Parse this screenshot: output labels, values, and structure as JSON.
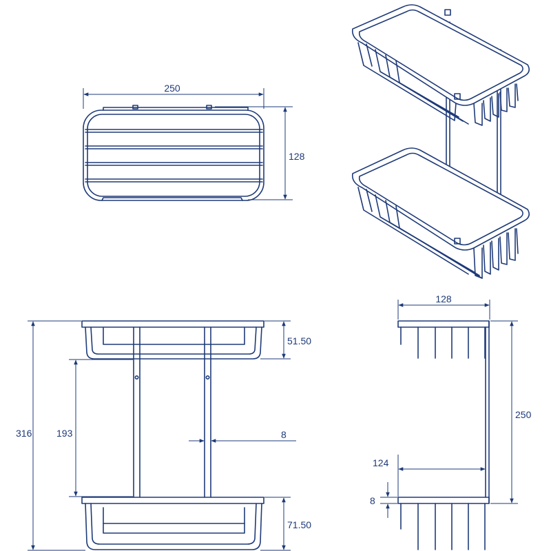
{
  "colors": {
    "line": "#1e3a78",
    "background": "#ffffff"
  },
  "top_view": {
    "width_label": "250",
    "height_label": "128"
  },
  "front_view": {
    "total_height_label": "316",
    "inner_gap_label": "193",
    "top_basket_height_label": "51.50",
    "bottom_basket_height_label": "71.50",
    "rod_width_label": "8"
  },
  "side_view": {
    "depth_label": "128",
    "height_label": "250",
    "shelf_depth_label": "124",
    "shelf_thickness_label": "8"
  }
}
